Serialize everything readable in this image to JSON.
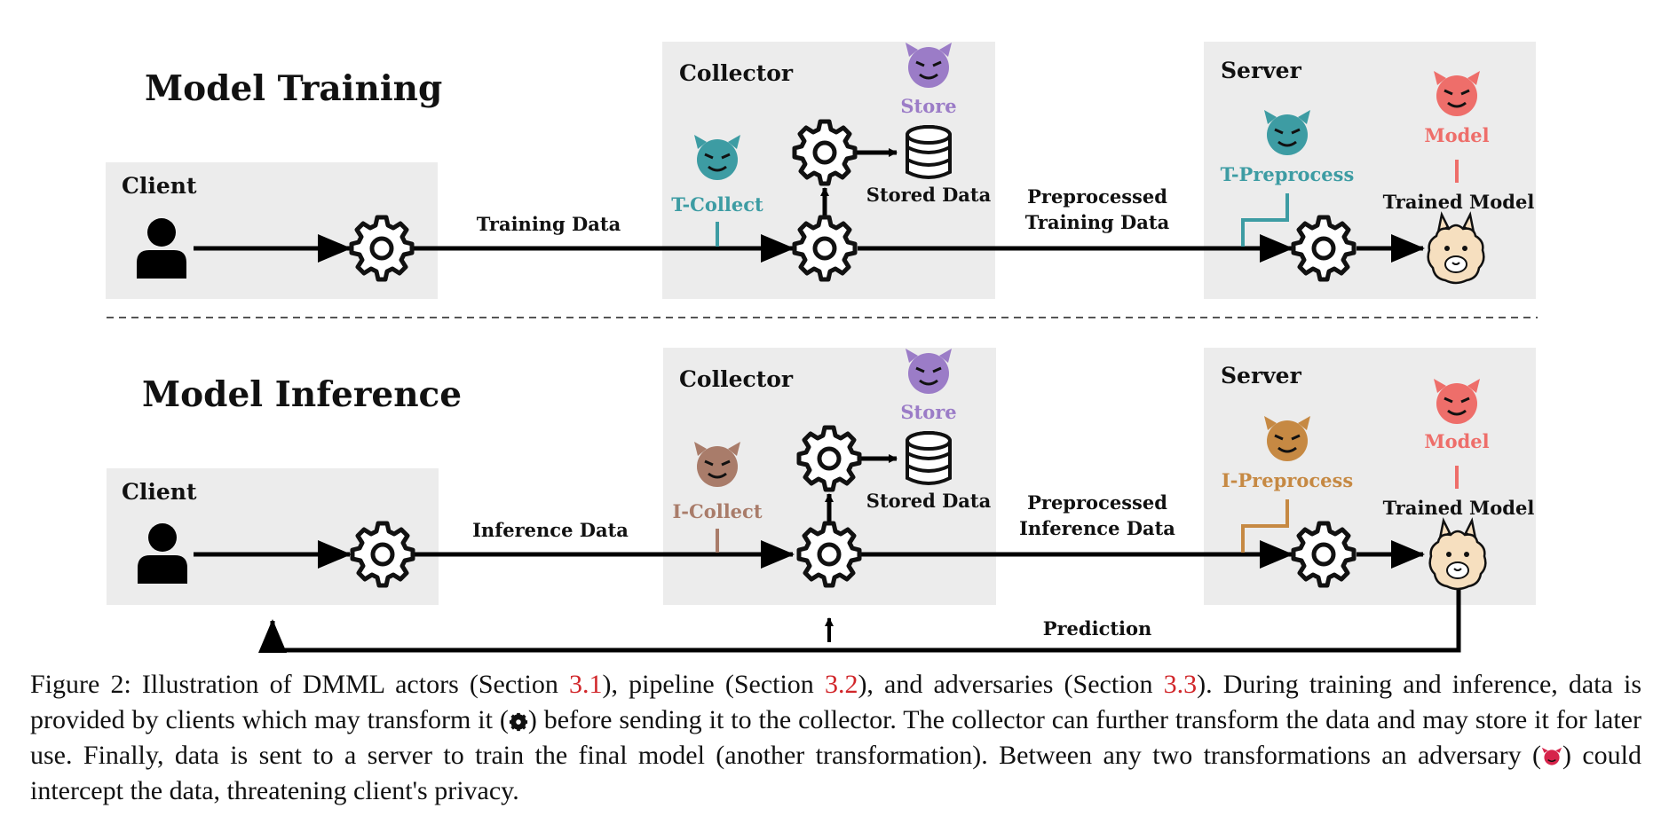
{
  "training": {
    "title": "Model Training",
    "client_label": "Client",
    "collector_label": "Collector",
    "server_label": "Server",
    "edge_client_collector": "Training Data",
    "edge_collector_server_line1": "Preprocessed",
    "edge_collector_server_line2": "Training Data",
    "stored_data": "Stored Data",
    "trained_model": "Trained Model",
    "adversaries": {
      "collect": "T-Collect",
      "store": "Store",
      "preprocess": "T-Preprocess",
      "model": "Model"
    }
  },
  "inference": {
    "title": "Model Inference",
    "client_label": "Client",
    "collector_label": "Collector",
    "server_label": "Server",
    "edge_client_collector": "Inference Data",
    "edge_collector_server_line1": "Preprocessed",
    "edge_collector_server_line2": "Inference Data",
    "stored_data": "Stored Data",
    "trained_model": "Trained Model",
    "prediction": "Prediction",
    "adversaries": {
      "collect": "I-Collect",
      "store": "Store",
      "preprocess": "I-Preprocess",
      "model": "Model"
    }
  },
  "colors": {
    "panel_bg": "#ececec",
    "t_collect": "#3d9ca3",
    "t_preprocess": "#3d9ca3",
    "i_collect": "#a97c6a",
    "i_preprocess": "#c68943",
    "store": "#9b7cc7",
    "model": "#ee6e6a",
    "arrow": "#000000",
    "caption_ref": "#d1262a"
  },
  "icons": [
    "person-icon",
    "gear-icon",
    "database-icon",
    "devil-icon",
    "alpaca-icon"
  ],
  "caption": {
    "p1": "Figure 2: Illustration of DMML actors (Section ",
    "ref1": "3.1",
    "p2": "), pipeline (Section ",
    "ref2": "3.2",
    "p3": "), and adversaries (Section ",
    "ref3": "3.3",
    "p4": "). During training and inference, data is provided by clients which may transform it (",
    "p5": ") before sending it to the collector. The collector can further transform the data and may store it for later use. Finally, data is sent to a server to train the final model (another transformation). Between any two transformations an adversary (",
    "p6": ") could intercept the data, threatening client's privacy."
  }
}
